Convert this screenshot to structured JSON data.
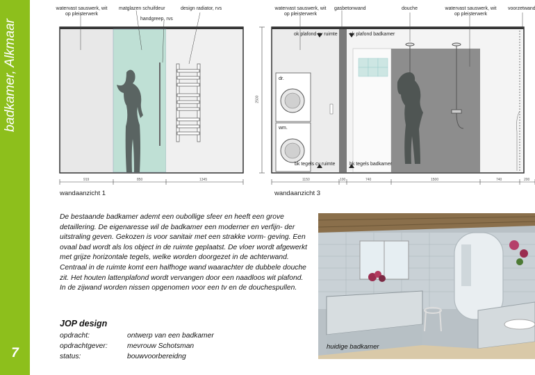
{
  "sidebar": {
    "title": "badkamer, Alkmaar",
    "page_number": "7"
  },
  "drawing1": {
    "labels": {
      "sauswerk": "watervast sauswerk, wit\nop pleisterwerk",
      "schuifdeur": "matglazen schuifdeur",
      "handgreep": "handgreep, rvs",
      "radiator": "design radiator, rvs"
    },
    "dims": [
      "919",
      "850",
      "1345"
    ],
    "title": "wandaanzicht 1"
  },
  "drawing3": {
    "labels": {
      "sauswerk_left": "watervast sauswerk, wit\nop pleisterwerk",
      "gasbetonwand": "gasbetonwand",
      "douche": "douche",
      "sauswerk_right": "watervast sauswerk, wit\nop pleisterwerk",
      "voorzetwand": "voorzetwand",
      "ok_plafond_cv": "ok plafond cv ruimte",
      "ok_plafond_bad": "ok plafond badkamer",
      "droger": "dr.",
      "wasmachine": "wm.",
      "bk_tegels_cv": "bk tegels cv ruimte",
      "bk_tegels_bad": "bk tegels badkamer"
    },
    "height_dim": "2500",
    "dims": [
      "1150",
      "100",
      "740",
      "1500",
      "740",
      "200"
    ],
    "title": "wandaanzicht 3"
  },
  "text": {
    "paragraph": "De bestaande badkamer ademt een oubollige sfeer en heeft een grove detaillering. De eigenaresse wil de badkamer een moderner en verfijn- der uitstraling geven. Gekozen is voor sanitair met een strakke vorm- geving. Een ovaal bad wordt als los object in de ruimte geplaatst. De vloer wordt afgewerkt met grijze horizontale tegels, welke worden doorgezet in de achterwand. Centraal in de ruimte komt een halfhoge wand waarachter de dubbele douche zit. Het houten lattenplafond wordt vervangen door een naadloos wit plafond. In de zijwand worden nissen opgenomen voor een tv en de douchespullen."
  },
  "project": {
    "heading": "JOP design",
    "rows": [
      {
        "key": "opdracht:",
        "value": "ontwerp van een badkamer"
      },
      {
        "key": "opdrachtgever:",
        "value": "mevrouw Schotsman"
      },
      {
        "key": "status:",
        "value": "bouwvoorbereidng"
      }
    ]
  },
  "photo": {
    "caption": "huidige badkamer"
  }
}
